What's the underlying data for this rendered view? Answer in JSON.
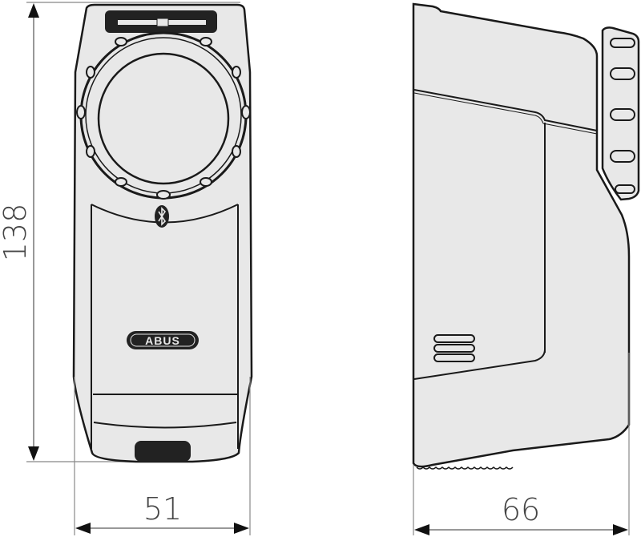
{
  "drawing": {
    "subject": "door lock actuator",
    "brand_label": "ABUS",
    "views": [
      "front-view",
      "side-view"
    ]
  },
  "dimensions": {
    "height": "138",
    "front_width": "51",
    "side_depth": "66"
  },
  "icons": {
    "bluetooth": "bluetooth-icon",
    "vent": "vent-grille-icon"
  },
  "colors": {
    "body_fill": "#e8e8e8",
    "outline": "#1a1a1a",
    "dimension_line": "#777777"
  }
}
